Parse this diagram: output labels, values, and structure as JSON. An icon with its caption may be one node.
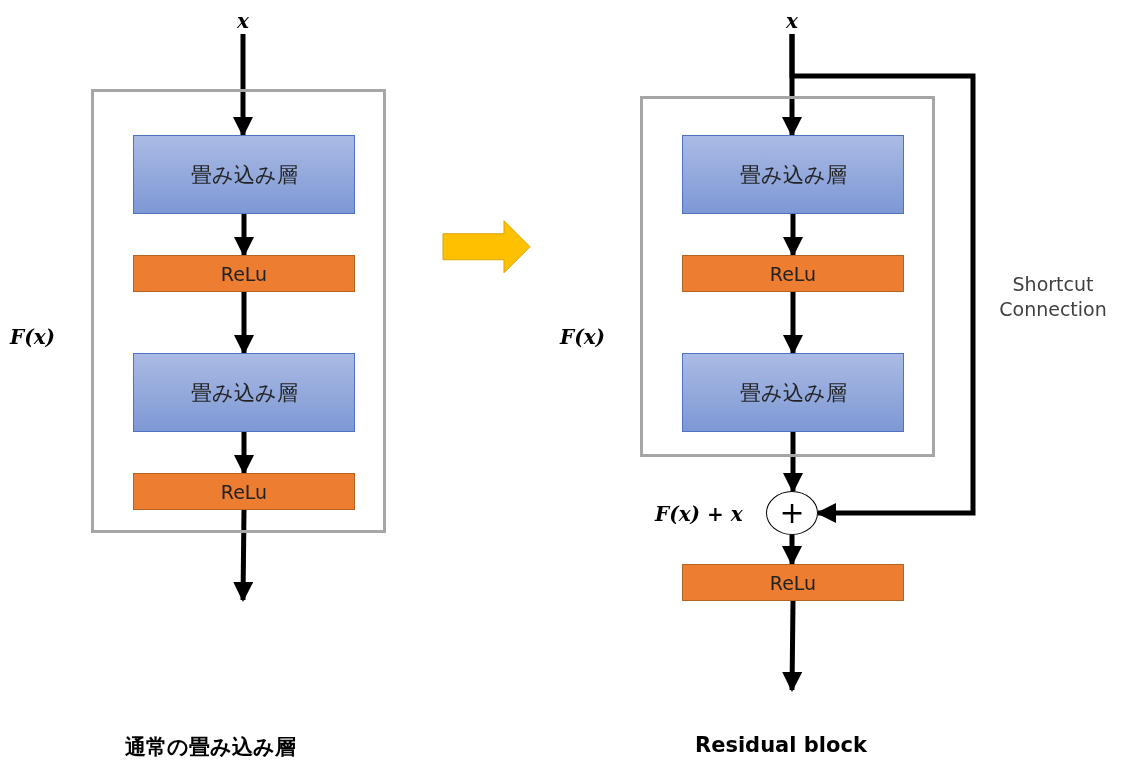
{
  "diagram": {
    "nodes": [
      {
        "text": [
          "x"
        ]
      },
      {
        "text": [],
        "shape": "box",
        "beside": [
          "F(x)"
        ]
      },
      {
        "text": [
          "畳み込み層"
        ],
        "in": 1
      },
      {
        "text": [
          "ReLu"
        ],
        "in": 1
      },
      {
        "text": [
          "畳み込み層"
        ],
        "in": 1
      },
      {
        "text": [
          "ReLu"
        ],
        "in": 1
      },
      {
        "text": [
          "x"
        ]
      },
      {
        "text": [],
        "shape": "box",
        "beside": [
          "F(x)"
        ]
      },
      {
        "text": [
          "畳み込み層"
        ],
        "in": 7
      },
      {
        "text": [
          "ReLu"
        ],
        "in": 7
      },
      {
        "text": [
          "畳み込み層"
        ],
        "in": 7
      },
      {
        "text": [
          "+"
        ],
        "beside": [
          "F(x) + x"
        ]
      },
      {
        "text": [
          "ReLu"
        ]
      }
    ],
    "edges": [
      {
        "from": 0,
        "to": 2,
        "arrow": "to"
      },
      {
        "from": 2,
        "to": 3,
        "arrow": "to"
      },
      {
        "from": 3,
        "to": 4,
        "arrow": "to"
      },
      {
        "from": 4,
        "to": 5,
        "arrow": "to"
      },
      {
        "from": 5,
        "to": null,
        "arrow": "to"
      },
      {
        "from": 1,
        "to": 7,
        "arrow": "to",
        "style": "thick",
        "color": "#ffc000"
      },
      {
        "from": 6,
        "to": 8,
        "arrow": "to"
      },
      {
        "from": 8,
        "to": 9,
        "arrow": "to"
      },
      {
        "from": 9,
        "to": 10,
        "arrow": "to"
      },
      {
        "from": 10,
        "to": 11,
        "arrow": "to"
      },
      {
        "from": 11,
        "to": 12,
        "arrow": "to"
      },
      {
        "from": 12,
        "to": null,
        "arrow": "to"
      },
      {
        "from": 6,
        "to": 11,
        "arrow": "to",
        "label": "Shortcut Connection"
      }
    ],
    "labels": [
      "通常の畳み込み層",
      "Residual block"
    ]
  }
}
